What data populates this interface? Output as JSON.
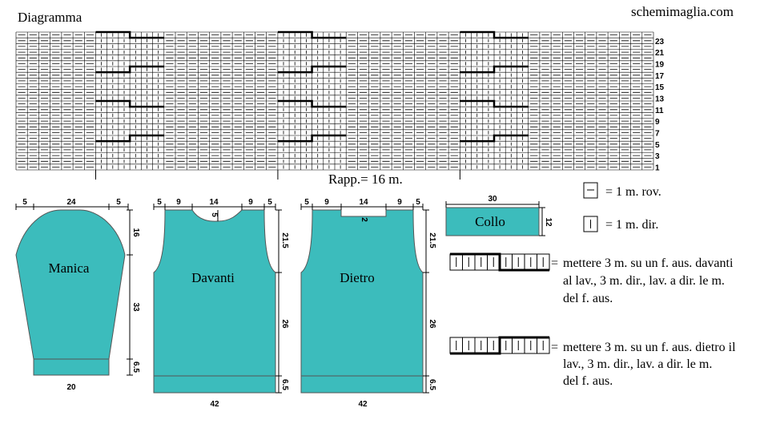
{
  "header": {
    "title": "Diagramma",
    "site": "schemimaglia.com"
  },
  "chart": {
    "rows": 24,
    "cols": 56,
    "row_labels": [
      "1",
      "3",
      "5",
      "7",
      "9",
      "11",
      "13",
      "15",
      "17",
      "19",
      "21",
      "23"
    ],
    "repeat_label": "Rapp.= 16 m.",
    "purl_symbol": "—",
    "knit_symbol": "|"
  },
  "legend": {
    "purl": "= 1 m. rov.",
    "knit": "= 1 m. dir.",
    "cable_front_eq": "=",
    "cable_front_lines": [
      "mettere 3 m. su un f. aus. davanti",
      "al lav., 3 m. dir., lav. a dir. le m.",
      "del f. aus."
    ],
    "cable_back_eq": "=",
    "cable_back_lines": [
      "mettere 3 m. su un f. aus. dietro il",
      "lav., 3 m. dir., lav. a dir. le m.",
      "del f. aus."
    ]
  },
  "pieces": {
    "manica": {
      "name": "Manica",
      "top": [
        "5",
        "24",
        "5"
      ],
      "right": [
        "16",
        "33",
        "6.5"
      ],
      "bottom": "20"
    },
    "davanti": {
      "name": "Davanti",
      "top": [
        "5",
        "9",
        "14",
        "9",
        "5"
      ],
      "neck_depth": "5",
      "right": [
        "21.5",
        "26",
        "6.5"
      ],
      "bottom": "42"
    },
    "dietro": {
      "name": "Dietro",
      "top": [
        "5",
        "9",
        "14",
        "9",
        "5"
      ],
      "neck_depth": "2",
      "right": [
        "21.5",
        "26",
        "6.5"
      ],
      "bottom": "42"
    },
    "collo": {
      "name": "Collo",
      "top": "30",
      "right": "12"
    }
  },
  "colors": {
    "piece_fill": "#3cbcbc",
    "line": "#000000"
  }
}
